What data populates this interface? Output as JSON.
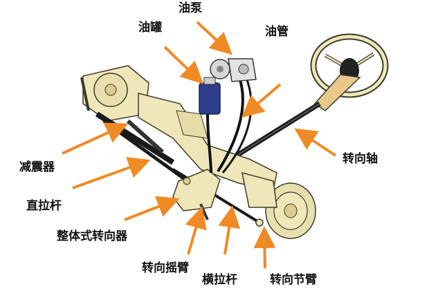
{
  "labels": {
    "oil_tank": "油罐",
    "oil_pump": "油泵",
    "oil_pipe": "油管",
    "shock_absorber": "减震器",
    "drag_link": "直拉杆",
    "integral_steering_gear": "整体式转向器",
    "pitman_arm": "转向摇臂",
    "tie_rod": "横拉杆",
    "steering_knuckle_arm": "转向节臂",
    "steering_shaft": "转向轴"
  },
  "colors": {
    "arrow": "#f08a24",
    "part_fill": "#efe6b9",
    "part_outline": "#3a3a2a",
    "rod": "#1a1a1a",
    "tank": "#2f3d8f",
    "label_text": "#111111"
  }
}
